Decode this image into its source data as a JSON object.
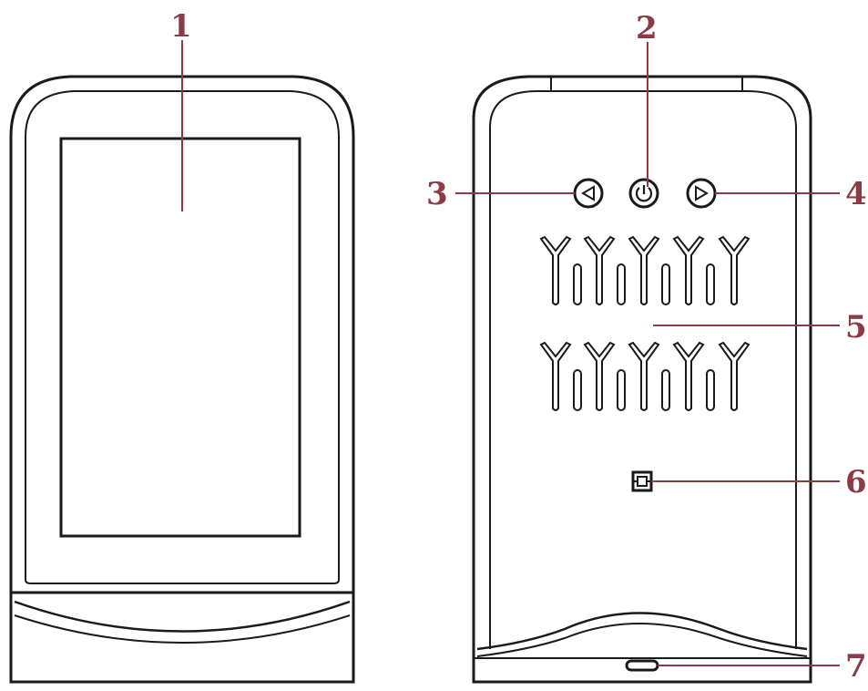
{
  "diagram": {
    "colors": {
      "callout": "#8a3b45",
      "line": "#1a1a1a",
      "background": "#ffffff"
    },
    "front_view": {
      "parts": [
        "device-body",
        "display-screen",
        "base-stand"
      ]
    },
    "back_view": {
      "parts": [
        "device-body",
        "left-arrow-button",
        "power-button",
        "right-arrow-button",
        "vent-slots",
        "sensor-icon",
        "usb-port"
      ],
      "buttons": [
        {
          "icon": "triangle-left-icon"
        },
        {
          "icon": "power-icon"
        },
        {
          "icon": "triangle-right-icon"
        }
      ]
    },
    "callouts": [
      {
        "number": "1",
        "target": "display-screen"
      },
      {
        "number": "2",
        "target": "power-button"
      },
      {
        "number": "3",
        "target": "left-arrow-button"
      },
      {
        "number": "4",
        "target": "right-arrow-button"
      },
      {
        "number": "5",
        "target": "vent-slots"
      },
      {
        "number": "6",
        "target": "sensor-icon"
      },
      {
        "number": "7",
        "target": "usb-port"
      }
    ]
  }
}
